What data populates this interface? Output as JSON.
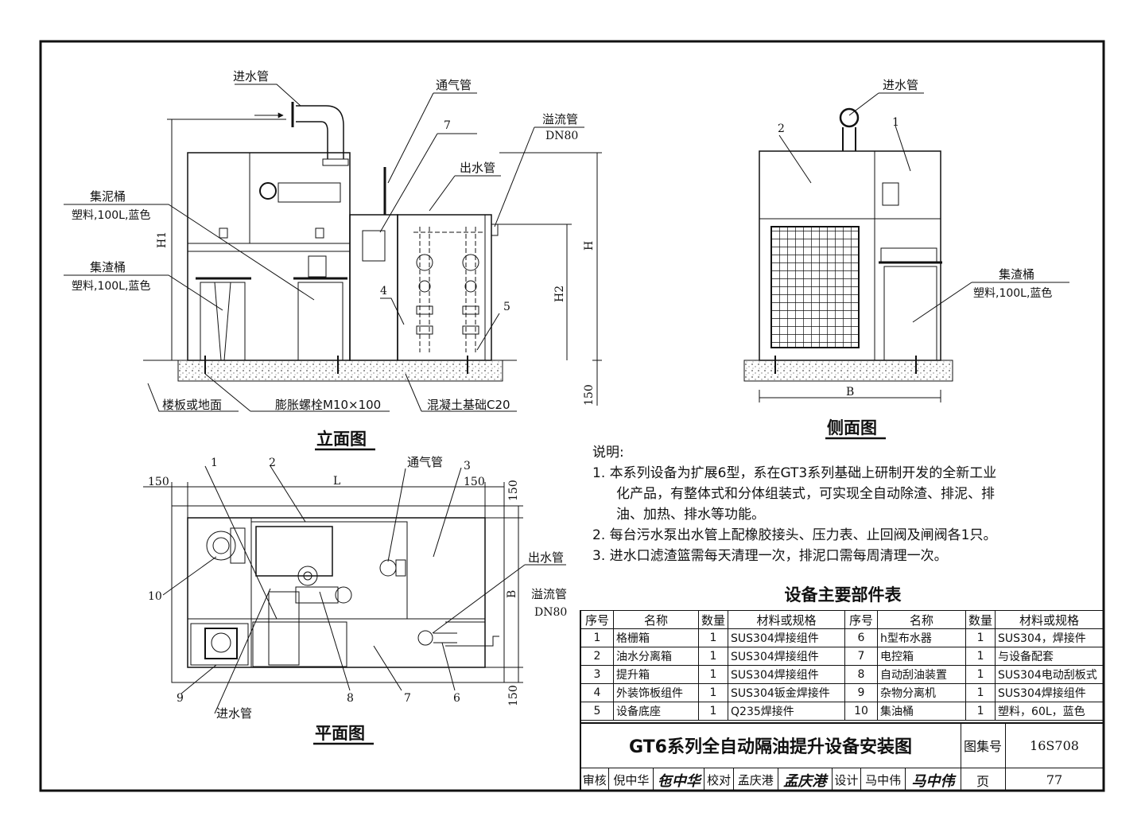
{
  "elevation": {
    "caption": "立面图",
    "labels": {
      "inlet_pipe": "进水管",
      "vent_pipe": "通气管",
      "overflow_pipe": "溢流管",
      "overflow_dn": "DN80",
      "outlet_pipe": "出水管",
      "mud_bucket": "集泥桶",
      "mud_bucket_spec": "塑料,100L,蓝色",
      "slag_bucket": "集渣桶",
      "slag_bucket_spec": "塑料,100L,蓝色",
      "floor": "楼板或地面",
      "bolt": "膨胀螺栓M10×100",
      "concrete": "混凝土基础C20",
      "dim_h1": "H1",
      "dim_h": "H",
      "dim_h2": "H2",
      "dim_150": "150",
      "callout_4": "4",
      "callout_5": "5",
      "callout_7": "7"
    }
  },
  "side": {
    "caption": "侧面图",
    "labels": {
      "inlet_pipe": "进水管",
      "slag_bucket": "集渣桶",
      "slag_bucket_spec": "塑料,100L,蓝色",
      "dim_b": "B",
      "callout_1": "1",
      "callout_2": "2"
    }
  },
  "plan": {
    "caption": "平面图",
    "labels": {
      "vent_pipe": "通气管",
      "outlet_pipe": "出水管",
      "overflow_pipe": "溢流管",
      "overflow_dn": "DN80",
      "inlet_pipe": "进水管",
      "dim_l": "L",
      "dim_b": "B",
      "dim_150_tl": "150",
      "dim_150_tr": "150",
      "dim_150_rt": "150",
      "dim_150_rb": "150",
      "callout_1": "1",
      "callout_2": "2",
      "callout_3": "3",
      "callout_6": "6",
      "callout_7": "7",
      "callout_8": "8",
      "callout_9": "9",
      "callout_10": "10"
    }
  },
  "notes": {
    "heading": "说明:",
    "n1_a": "1.  本系列设备为扩展6型，系在GT3系列基础上研制开发的全新工业",
    "n1_b": "化产品，有整体式和分体组装式，可实现全自动除渣、排泥、排",
    "n1_c": "油、加热、排水等功能。",
    "n2": "2.  每台污水泵出水管上配橡胶接头、压力表、止回阀及闸阀各1只。",
    "n3": "3.  进水口滤渣篮需每天清理一次，排泥口需每周清理一次。"
  },
  "parts_table": {
    "title": "设备主要部件表",
    "headers": [
      "序号",
      "名称",
      "数量",
      "材料或规格",
      "序号",
      "名称",
      "数量",
      "材料或规格"
    ],
    "rows": [
      [
        "1",
        "格栅箱",
        "1",
        "SUS304焊接组件",
        "6",
        "h型布水器",
        "1",
        "SUS304，焊接件"
      ],
      [
        "2",
        "油水分离箱",
        "1",
        "SUS304焊接组件",
        "7",
        "电控箱",
        "1",
        "与设备配套"
      ],
      [
        "3",
        "提升箱",
        "1",
        "SUS304焊接组件",
        "8",
        "自动刮油装置",
        "1",
        "SUS304电动刮板式"
      ],
      [
        "4",
        "外装饰板组件",
        "1",
        "SUS304钣金焊接件",
        "9",
        "杂物分离机",
        "1",
        "SUS304焊接组件"
      ],
      [
        "5",
        "设备底座",
        "1",
        "Q235焊接件",
        "10",
        "集油桶",
        "1",
        "塑料，60L，蓝色"
      ]
    ]
  },
  "title_block": {
    "drawing_title": "GT6系列全自动隔油提升设备安装图",
    "atlas_label": "图集号",
    "atlas_no": "16S708",
    "page_label": "页",
    "page_no": "77",
    "review_label": "审核",
    "reviewer": "倪中华",
    "reviewer_sig": "㐌中华",
    "check_label": "校对",
    "checker": "孟庆港",
    "checker_sig": "孟庆港",
    "design_label": "设计",
    "designer": "马中伟",
    "designer_sig": "马中伟"
  },
  "colors": {
    "ink": "#111111",
    "paper": "#ffffff",
    "concrete": "#bbbbbb"
  }
}
